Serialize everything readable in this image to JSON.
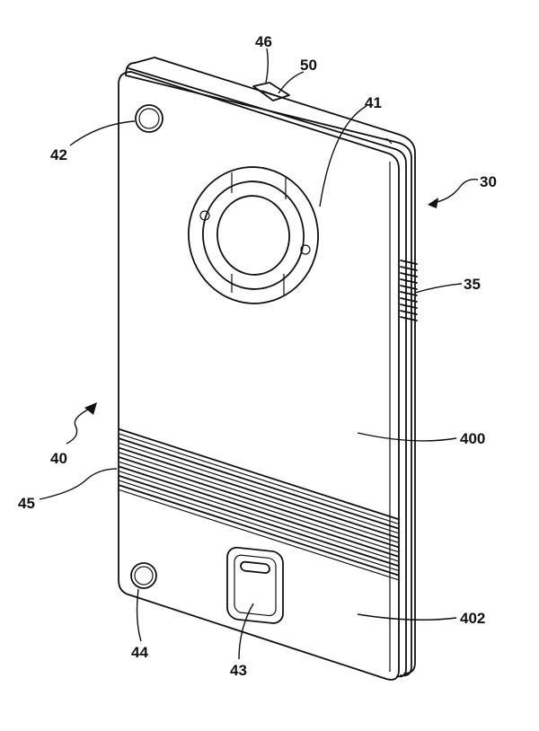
{
  "labels": {
    "l46": "46",
    "l50": "50",
    "l41": "41",
    "l42": "42",
    "l30": "30",
    "l35": "35",
    "l40": "40",
    "l400": "400",
    "l45": "45",
    "l402": "402",
    "l44": "44",
    "l43": "43"
  },
  "colors": {
    "ink": "#111111",
    "paper": "#ffffff"
  }
}
